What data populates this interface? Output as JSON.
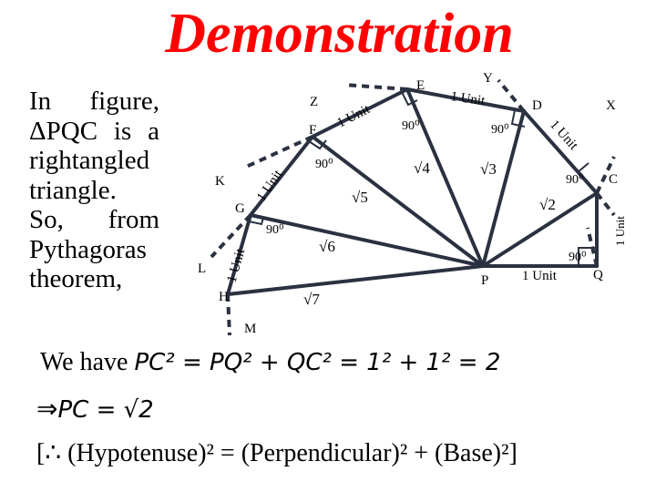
{
  "title": "Demonstration",
  "intro_lines": [
    "In figure,",
    "ΔPQC is a",
    "rightangled",
    "triangle.",
    "So, from",
    "Pythagoras",
    "theorem,"
  ],
  "points": {
    "E": "E",
    "Y": "Y",
    "Z": "Z",
    "D": "D",
    "X": "X",
    "F": "F",
    "K": "K",
    "G": "G",
    "C": "C",
    "L": "L",
    "H": "H",
    "P": "P",
    "Q": "Q",
    "M": "M"
  },
  "unit_labels": {
    "one_unit": "1 Unit",
    "unit_ef": "1 Unit",
    "unit_ey": "1 Unit",
    "unit_dc": "1 Unit",
    "unit_kg": "1 Unit",
    "unit_cq": "1 Unit",
    "unit_lh": "1 Unit"
  },
  "angles": {
    "a1": "90⁰",
    "a2": "90⁰",
    "a3": "90⁰",
    "a4": "90⁰",
    "a5": "90⁰",
    "a6": "90⁰"
  },
  "roots": {
    "r2": "√2",
    "r3": "√3",
    "r4": "√4",
    "r5": "√5",
    "r6": "√6",
    "r7": "√7"
  },
  "equations": {
    "line1_lead": "We have ",
    "line1_math": "PC² = PQ²  +  QC² = 1²  + 1²   = 2",
    "line2_lead": "⇒",
    "line2_math": "PC  =  √2",
    "line3": "[∴ (Hypotenuse)² = (Perpendicular)² + (Base)²]"
  },
  "colors": {
    "title": "#ff0000",
    "lines": "#2a3140",
    "text": "#000000"
  }
}
